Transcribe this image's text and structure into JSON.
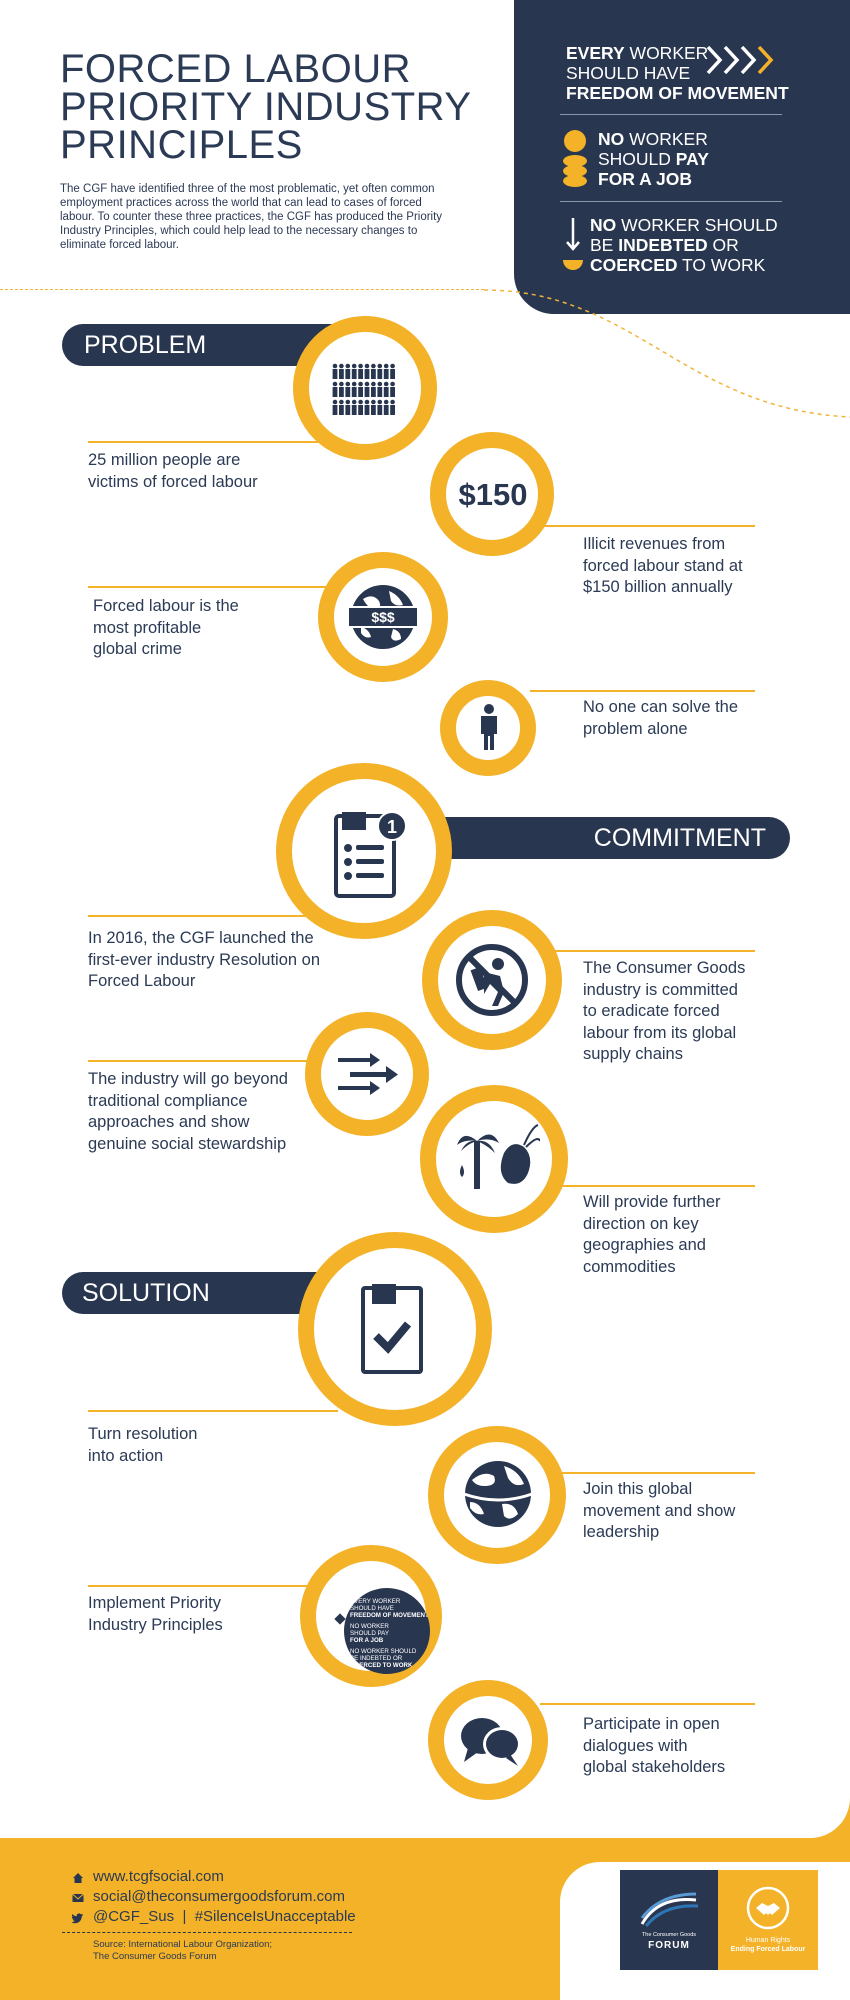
{
  "header": {
    "title_lines": [
      "FORCED LABOUR",
      "PRIORITY INDUSTRY",
      "PRINCIPLES"
    ],
    "intro": "The CGF have identified three of the most problematic, yet often common employment practices across the world that can lead to cases of forced labour. To counter these three practices, the CGF has produced the Priority Industry Principles, which could help lead to the necessary changes to eliminate forced labour."
  },
  "principles": {
    "p1": {
      "bold1": "EVERY",
      "rest1": " WORKER",
      "line2": "SHOULD HAVE",
      "line3": "FREEDOM OF MOVEMENT"
    },
    "p2": {
      "bold1": "NO",
      "rest1": " WORKER",
      "line2a": "SHOULD ",
      "line2b": "PAY",
      "line3": "FOR A JOB"
    },
    "p3": {
      "bold1": "NO",
      "rest1": " WORKER SHOULD",
      "line2a": "BE ",
      "line2b": "INDEBTED",
      "line2c": " OR",
      "line3a": "COERCED",
      "line3b": " TO WORK"
    }
  },
  "sections": {
    "problem": "PROBLEM",
    "commitment": "COMMITMENT",
    "solution": "SOLUTION"
  },
  "items": {
    "victims": "25 million people are victims of forced labour",
    "amount": "$150",
    "revenues": "Illicit revenues from forced labour stand at $150 billion annually",
    "money_label": "$$$",
    "profitable": "Forced labour is the most profitable global crime",
    "alone": "No one can solve the problem alone",
    "badge": "1",
    "resolution": "In 2016, the CGF launched the first-ever industry Resolution on Forced Labour",
    "committed": "The Consumer Goods industry is committed to eradicate forced labour from its global supply chains",
    "beyond": "The industry will go beyond traditional compliance approaches and show genuine social stewardship",
    "direction": "Will provide further direction on key geographies and commodities",
    "turn": "Turn resolution into action",
    "join": "Join this global movement and show leadership",
    "implement": "Implement Priority Industry Principles",
    "participate": "Participate in open dialogues with global stakeholders"
  },
  "mini_panel": {
    "l1": "EVERY WORKER",
    "l2": "SHOULD HAVE",
    "l3": "FREEDOM OF MOVEMENT",
    "l4": "NO WORKER",
    "l5": "SHOULD PAY",
    "l6": "FOR A JOB",
    "l7": "NO WORKER SHOULD",
    "l8": "BE INDEBTED OR",
    "l9": "COERCED TO WORK"
  },
  "footer": {
    "website": "www.tcgfsocial.com",
    "email": "social@theconsumergoodsforum.com",
    "twitter": "@CGF_Sus",
    "separator": "|",
    "hashtag": "#SilenceIsUnacceptable",
    "source_line1": "Source: International Labour Organization;",
    "source_line2": "The Consumer Goods Forum",
    "logo1_small": "The Consumer Goods",
    "logo1_big": "FORUM",
    "logo2_line1": "Human Rights",
    "logo2_line2": "Ending Forced Labour"
  },
  "colors": {
    "navy": "#293650",
    "gold": "#f3b228",
    "white": "#ffffff"
  }
}
